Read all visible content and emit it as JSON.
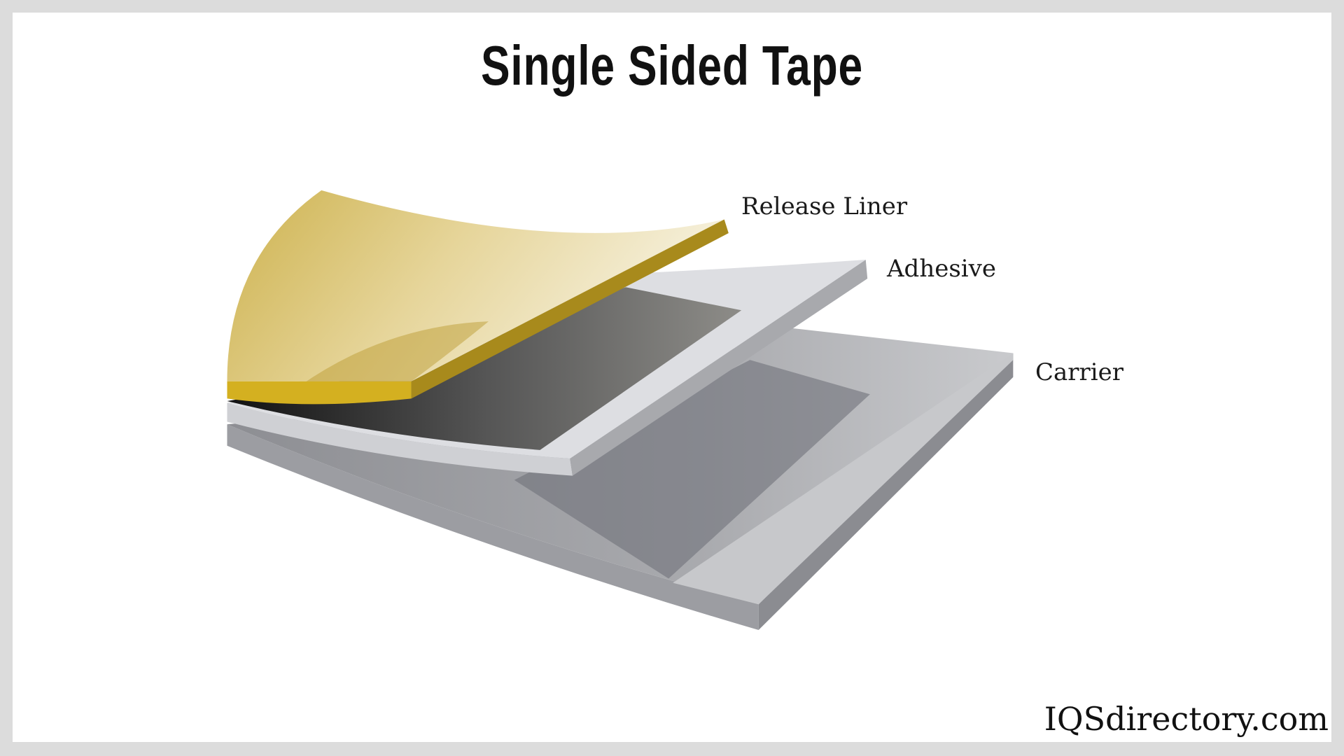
{
  "title": "Single Sided Tape",
  "labels": {
    "release_liner": "Release Liner",
    "adhesive": "Adhesive",
    "carrier": "Carrier"
  },
  "logo": "IQSdirectory.com",
  "colors": {
    "liner": "#d4b63a",
    "adhesive": "#3a3a3a",
    "carrier": "#b8b9bd",
    "border": "#dcdcdc"
  }
}
